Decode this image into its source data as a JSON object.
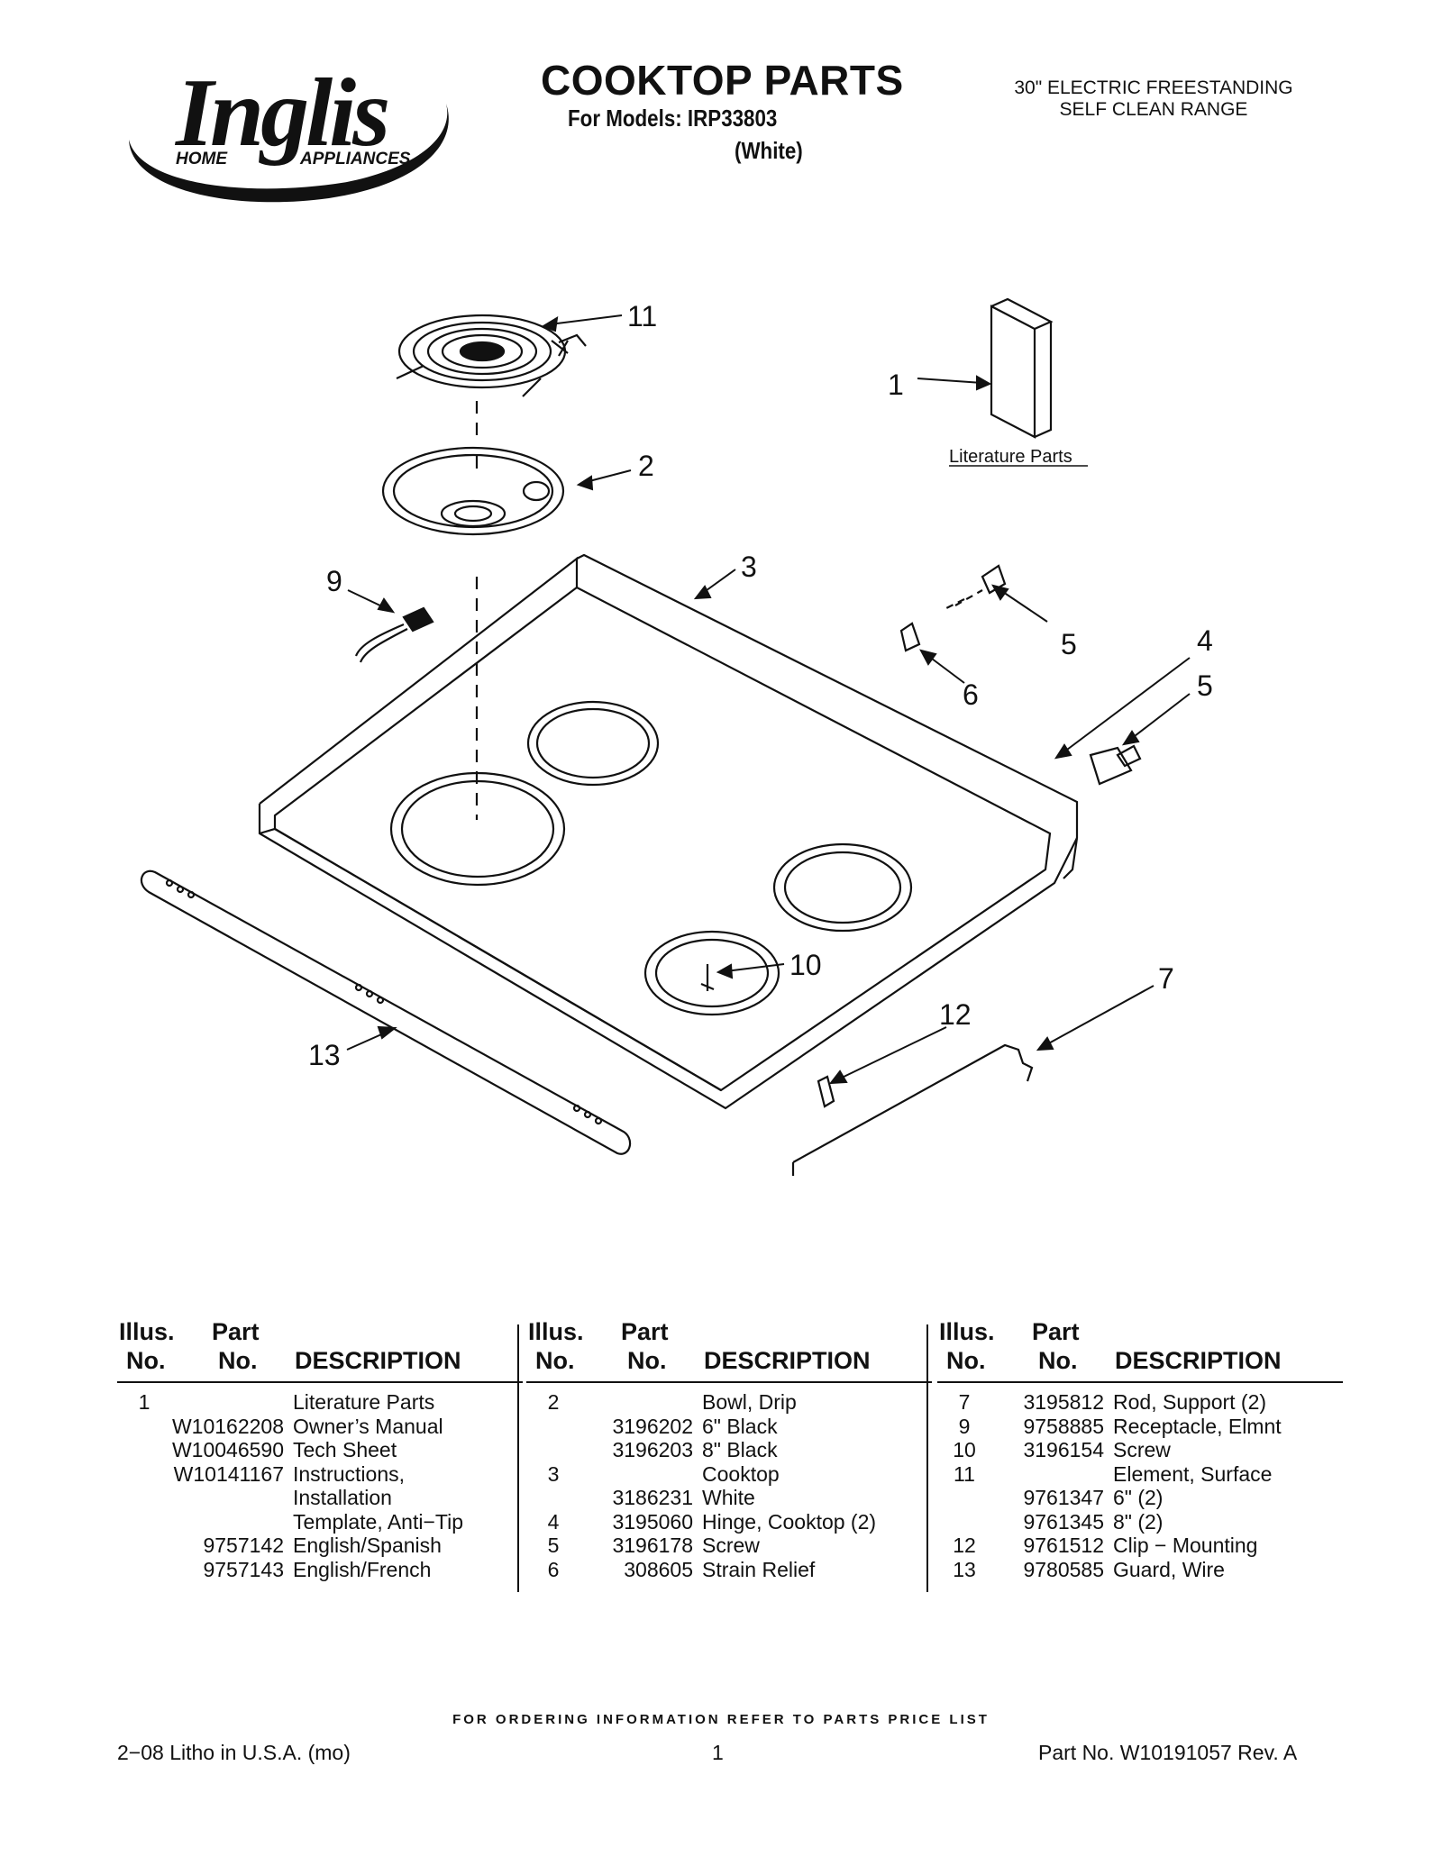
{
  "header": {
    "brand": "Inglis",
    "brand_sub_left": "HOME",
    "brand_sub_right": "APPLIANCES",
    "title": "COOKTOP PARTS",
    "models": "For Models: IRP33803",
    "color": "(White)",
    "subtitle_line1": "30\" ELECTRIC FREESTANDING",
    "subtitle_line2": "SELF CLEAN RANGE"
  },
  "diagram": {
    "callouts": [
      "11",
      "1",
      "2",
      "3",
      "9",
      "5",
      "4",
      "5",
      "6",
      "10",
      "7",
      "12",
      "13"
    ],
    "literature_label": "Literature Parts"
  },
  "table_header": {
    "illus_1": "Illus.",
    "illus_2": "No.",
    "part_1": "Part",
    "part_2": "No.",
    "desc": "DESCRIPTION"
  },
  "tables": [
    [
      {
        "illus": "1",
        "part": "",
        "desc": "Literature Parts"
      },
      {
        "illus": "",
        "part": "W10162208",
        "desc": "Owner’s Manual"
      },
      {
        "illus": "",
        "part": "W10046590",
        "desc": "Tech Sheet"
      },
      {
        "illus": "",
        "part": "W10141167",
        "desc": "Instructions,"
      },
      {
        "illus": "",
        "part": "",
        "desc": "Installation"
      },
      {
        "illus": "",
        "part": "",
        "desc": "Template, Anti−Tip"
      },
      {
        "illus": "",
        "part": "9757142",
        "desc": "English/Spanish"
      },
      {
        "illus": "",
        "part": "9757143",
        "desc": "English/French"
      }
    ],
    [
      {
        "illus": "2",
        "part": "",
        "desc": "Bowl, Drip"
      },
      {
        "illus": "",
        "part": "3196202",
        "desc": "6\" Black"
      },
      {
        "illus": "",
        "part": "3196203",
        "desc": "8\" Black"
      },
      {
        "illus": "3",
        "part": "",
        "desc": "Cooktop"
      },
      {
        "illus": "",
        "part": "3186231",
        "desc": "White"
      },
      {
        "illus": "4",
        "part": "3195060",
        "desc": "Hinge, Cooktop (2)"
      },
      {
        "illus": "5",
        "part": "3196178",
        "desc": "Screw"
      },
      {
        "illus": "6",
        "part": "308605",
        "desc": "Strain Relief"
      }
    ],
    [
      {
        "illus": "7",
        "part": "3195812",
        "desc": "Rod, Support (2)"
      },
      {
        "illus": "9",
        "part": "9758885",
        "desc": "Receptacle, Elmnt"
      },
      {
        "illus": "10",
        "part": "3196154",
        "desc": "Screw"
      },
      {
        "illus": "11",
        "part": "",
        "desc": "Element, Surface"
      },
      {
        "illus": "",
        "part": "9761347",
        "desc": "6\" (2)"
      },
      {
        "illus": "",
        "part": "9761345",
        "desc": "8\" (2)"
      },
      {
        "illus": "12",
        "part": "9761512",
        "desc": "Clip − Mounting"
      },
      {
        "illus": "13",
        "part": "9780585",
        "desc": "Guard, Wire"
      }
    ]
  ],
  "footer": {
    "note": "FOR ORDERING INFORMATION REFER TO PARTS PRICE LIST",
    "left": "2−08 Litho in U.S.A. (mo)",
    "page": "1",
    "right": "Part No. W10191057 Rev. A"
  }
}
